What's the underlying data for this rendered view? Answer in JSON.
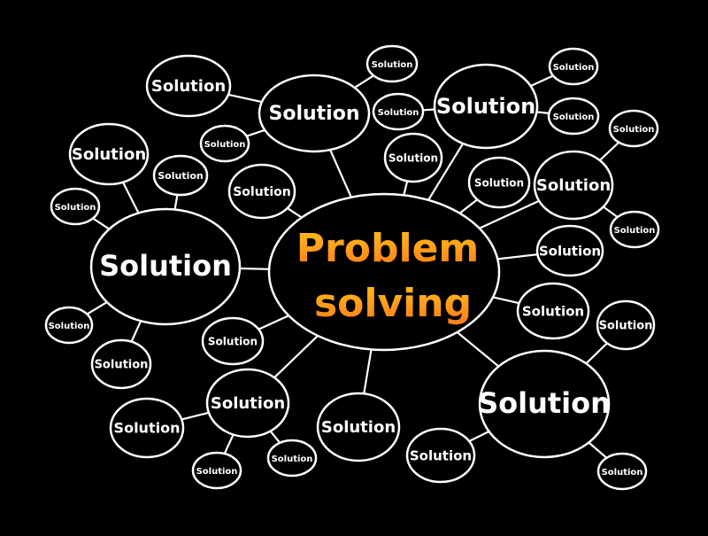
{
  "center": {
    "line1": "Problem",
    "line2": "solving",
    "gradient_top": "#ffc21a",
    "gradient_bottom": "#ff7a1a"
  },
  "node_label": "Solution",
  "colors": {
    "background": "#000000",
    "stroke": "#ffffff",
    "text": "#ffffff"
  }
}
